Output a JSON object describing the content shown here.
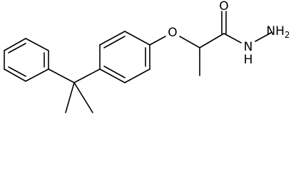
{
  "molecule": {
    "atom_labels": {
      "ether_oxygen": "O",
      "carbonyl_oxygen": "O",
      "amide_nitrogen": "N",
      "amide_hydrogen": "H",
      "terminal_amine": "NH",
      "amine_subscript": "2"
    }
  }
}
